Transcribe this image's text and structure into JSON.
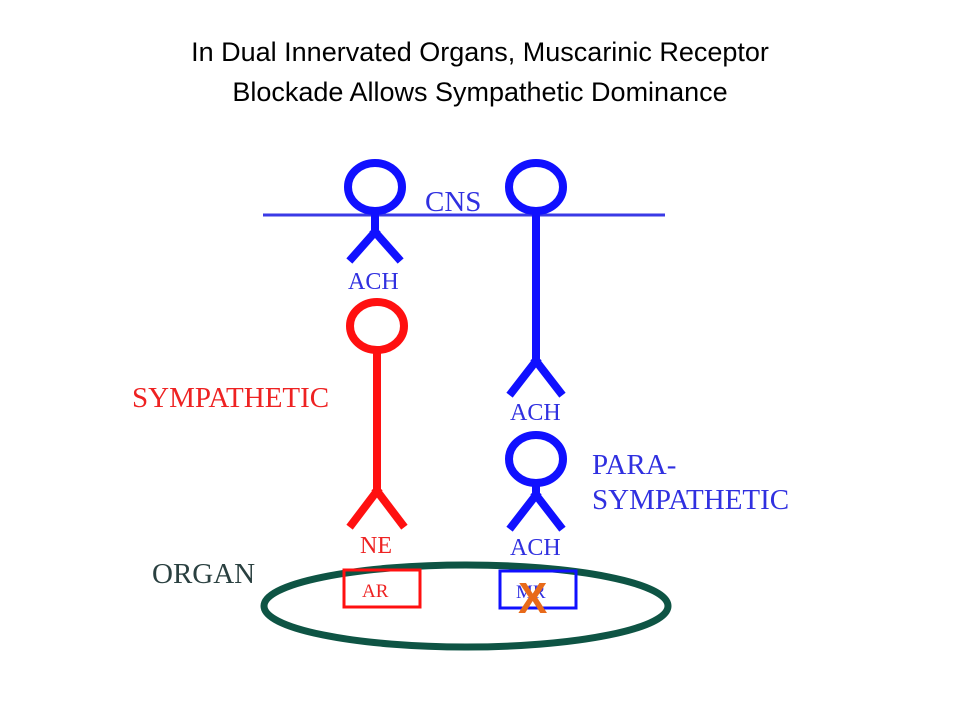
{
  "slide": {
    "title_line1": "In Dual Innervated Organs, Muscarinic Receptor",
    "title_line2": "Blockade Allows Sympathetic Dominance"
  },
  "diagram": {
    "cns_label": "CNS",
    "preganglionic_symp_nt": "ACH",
    "preganglionic_para_nt": "ACH",
    "sympathetic_label": "SYMPATHETIC",
    "parasympathetic_label_line1": "PARA-",
    "parasympathetic_label_line2": "SYMPATHETIC",
    "sympathetic_nt": "NE",
    "parasympathetic_nt": "ACH",
    "organ_label": "ORGAN",
    "adrenergic_receptor": "AR",
    "muscarinic_receptor": "MR",
    "block_mark": "X"
  },
  "colors": {
    "blue": "#1010ff",
    "red": "#ff1010",
    "organ": "#0e5444",
    "cns_line": "#3a3ae6",
    "label_blue": "#3030e0",
    "label_red": "#ee2222",
    "label_gray": "#2a4040",
    "block_mark": "#e86a1a"
  }
}
